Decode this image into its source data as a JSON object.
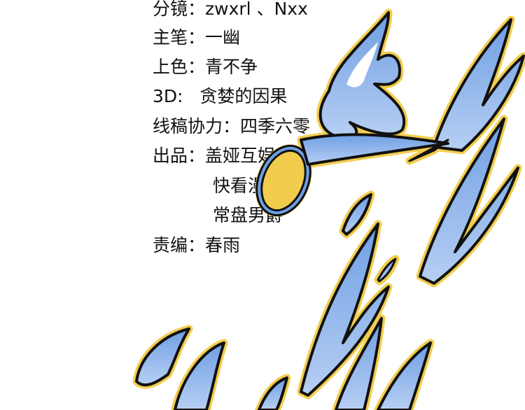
{
  "credits": {
    "storyboard": {
      "label": "分镜",
      "value": "zwxrl 、Nxx"
    },
    "lead_artist": {
      "label": "主笔",
      "value": "一幽"
    },
    "coloring": {
      "label": "上色",
      "value": "青不争"
    },
    "three_d": {
      "label": "3D",
      "value": "贪婪的因果"
    },
    "line_assist": {
      "label": "线稿协力",
      "value": "四季六零"
    },
    "publisher": {
      "label": "出品",
      "values": [
        "盖娅互娱",
        "快看漫画",
        "常盘男爵"
      ]
    },
    "editor": {
      "label": "责编",
      "value": "春雨"
    }
  },
  "separator": "：",
  "art": {
    "outline_color": "#111111",
    "glow_color": "#f2cd4d",
    "fill_color": "#6f9fe4",
    "fill_light": "#b7cff3"
  }
}
